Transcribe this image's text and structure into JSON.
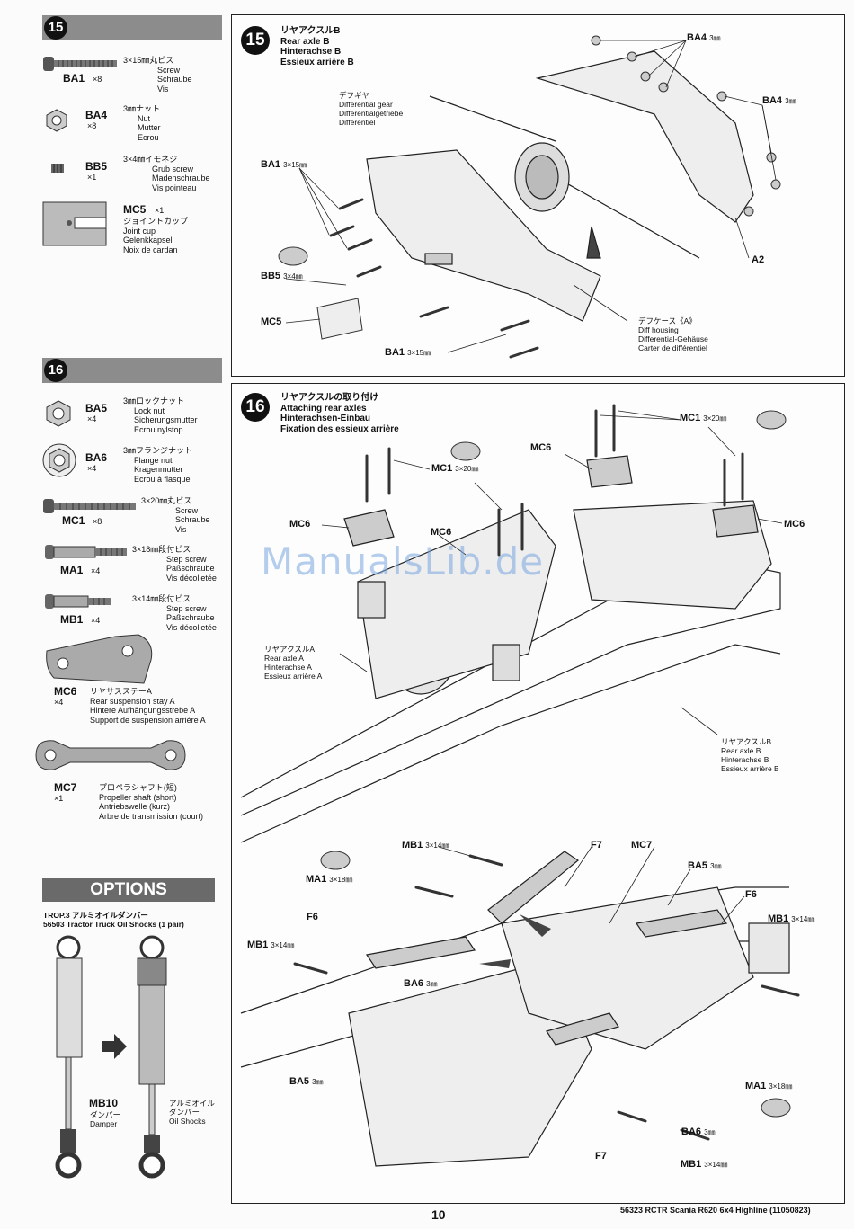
{
  "step15": {
    "number": "15",
    "parts": [
      {
        "code": "BA1",
        "qty": "×8",
        "spec": "3×15㎜丸ビス",
        "en": "Screw",
        "de": "Schraube",
        "fr": "Vis"
      },
      {
        "code": "BA4",
        "qty": "×8",
        "spec": "3㎜ナット",
        "en": "Nut",
        "de": "Mutter",
        "fr": "Ecrou"
      },
      {
        "code": "BB5",
        "qty": "×1",
        "spec": "3×4㎜イモネジ",
        "en": "Grub screw",
        "de": "Madenschraube",
        "fr": "Vis pointeau"
      },
      {
        "code": "MC5",
        "qty": "×1",
        "spec": "ジョイントカップ",
        "en": "Joint cup",
        "de": "Gelenkkapsel",
        "fr": "Noix de cardan"
      }
    ],
    "title": {
      "jp": "リヤアクスルB",
      "en": "Rear axle B",
      "de": "Hinterachse B",
      "fr": "Essieux arrière B"
    },
    "labels": {
      "ba4_top": "BA4",
      "ba4_top_size": "3㎜",
      "ba4_right": "BA4",
      "ba4_right_size": "3㎜",
      "diff_gear_jp": "デフギヤ",
      "diff_gear_en": "Differential gear",
      "diff_gear_de": "Differentialgetriebe",
      "diff_gear_fr": "Différentiel",
      "ba1_left": "BA1",
      "ba1_left_size": "3×15㎜",
      "bb5": "BB5",
      "bb5_size": "3×4㎜",
      "mc5": "MC5",
      "a2": "A2",
      "diff_housing_jp": "デフケース《A》",
      "diff_housing_en": "Diff housing",
      "diff_housing_de": "Differential-Gehäuse",
      "diff_housing_fr": "Carter de différentiel",
      "ba1_bottom": "BA1",
      "ba1_bottom_size": "3×15㎜"
    }
  },
  "step16": {
    "number": "16",
    "parts": [
      {
        "code": "BA5",
        "qty": "×4",
        "spec": "3㎜ロックナット",
        "en": "Lock nut",
        "de": "Sicherungsmutter",
        "fr": "Ecrou nylstop"
      },
      {
        "code": "BA6",
        "qty": "×4",
        "spec": "3㎜フランジナット",
        "en": "Flange nut",
        "de": "Kragenmutter",
        "fr": "Ecrou à flasque"
      },
      {
        "code": "MC1",
        "qty": "×8",
        "spec": "3×20㎜丸ビス",
        "en": "Screw",
        "de": "Schraube",
        "fr": "Vis"
      },
      {
        "code": "MA1",
        "qty": "×4",
        "spec": "3×18㎜段付ビス",
        "en": "Step screw",
        "de": "Paßschraube",
        "fr": "Vis décolletée"
      },
      {
        "code": "MB1",
        "qty": "×4",
        "spec": "3×14㎜段付ビス",
        "en": "Step screw",
        "de": "Paßschraube",
        "fr": "Vis décolletée"
      },
      {
        "code": "MC6",
        "qty": "×4",
        "spec": "リヤサスステーA",
        "en": "Rear suspension stay A",
        "de": "Hintere Aufhängungsstrebe A",
        "fr": "Support de suspension arrière A"
      },
      {
        "code": "MC7",
        "qty": "×1",
        "spec": "プロペラシャフト(短)",
        "en": "Propeller shaft (short)",
        "de": "Antriebswelle (kurz)",
        "fr": "Arbre de transmission (court)"
      }
    ],
    "title": {
      "jp": "リヤアクスルの取り付け",
      "en": "Attaching rear axles",
      "de": "Hinterachsen-Einbau",
      "fr": "Fixation des essieux arrière"
    },
    "labels": {
      "mc1_a": "MC1",
      "mc1_a_size": "3×20㎜",
      "mc1_b": "MC1",
      "mc1_b_size": "3×20㎜",
      "mc6_a": "MC6",
      "mc6_b": "MC6",
      "mc6_c": "MC6",
      "mc6_d": "MC6",
      "axle_a_jp": "リヤアクスルA",
      "axle_a_en": "Rear axle A",
      "axle_a_de": "Hinterachse A",
      "axle_a_fr": "Essieux arrière A",
      "axle_b_jp": "リヤアクスルB",
      "axle_b_en": "Rear axle B",
      "axle_b_de": "Hinterachse B",
      "axle_b_fr": "Essieux arrière B",
      "mb1_a": "MB1",
      "mb1_a_size": "3×14㎜",
      "f7_top": "F7",
      "mc7": "MC7",
      "ma1_a": "MA1",
      "ma1_a_size": "3×18㎜",
      "ba5_a": "BA5",
      "ba5_a_size": "3㎜",
      "f6_a": "F6",
      "f6_b": "F6",
      "mb1_b": "MB1",
      "mb1_b_size": "3×14㎜",
      "mb1_c": "MB1",
      "mb1_c_size": "3×14㎜",
      "ba6_a": "BA6",
      "ba6_a_size": "3㎜",
      "ba5_b": "BA5",
      "ba5_b_size": "3㎜",
      "ma1_b": "MA1",
      "ma1_b_size": "3×18㎜",
      "ba6_b": "BA6",
      "ba6_b_size": "3㎜",
      "f7_bottom": "F7",
      "mb1_d": "MB1",
      "mb1_d_size": "3×14㎜"
    }
  },
  "options": {
    "heading": "OPTIONS",
    "line1": "TROP.3 アルミオイルダンパー",
    "line2": "56503 Tractor Truck Oil Shocks (1 pair)",
    "mb10_code": "MB10",
    "mb10_jp": "ダンパー",
    "mb10_en": "Damper",
    "alu_jp": "アルミオイル",
    "alu_jp2": "ダンパー",
    "alu_en": "Oil Shocks"
  },
  "footer": {
    "page_number": "10",
    "product": "56323 RCTR Scania R620 6x4 Highline (11050823)"
  },
  "watermark": "ManualsLib.de"
}
